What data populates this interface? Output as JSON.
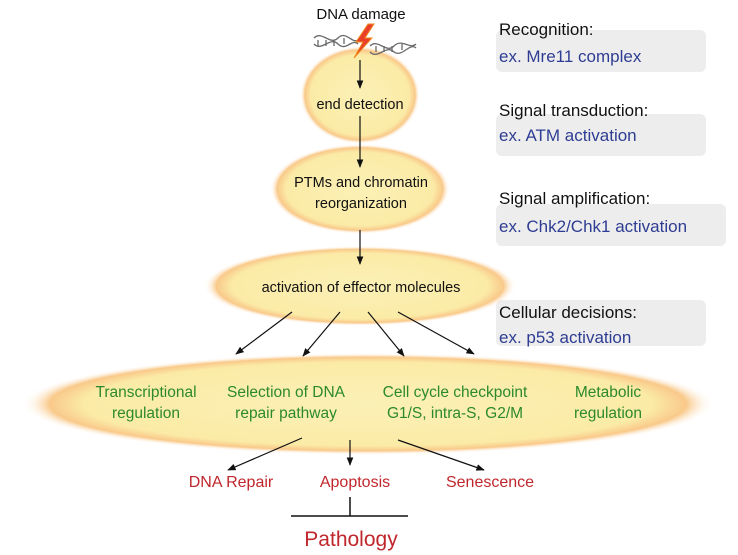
{
  "colors": {
    "ellipse_fill": "#fbf0b5",
    "ellipse_glow": "#f6b36b",
    "text_dark": "#111111",
    "text_blue": "#2e3d93",
    "text_green": "#2c8a2c",
    "text_red": "#c0272d"
  },
  "top": {
    "label": "DNA damage",
    "icon": "lightning-bolt-icon",
    "dna_icon": "dna-strand-icon"
  },
  "nodes": {
    "end_detection": "end detection",
    "ptms_line1": "PTMs and chromatin",
    "ptms_line2": "reorganization",
    "effector": "activation of effector molecules"
  },
  "outcomes": [
    {
      "line1": "Transcriptional",
      "line2": "regulation"
    },
    {
      "line1": "Selection of DNA",
      "line2": "repair pathway"
    },
    {
      "line1": "Cell cycle checkpoint",
      "line2": "G1/S, intra-S, G2/M"
    },
    {
      "line1": "Metabolic",
      "line2": "regulation"
    }
  ],
  "results": [
    "DNA Repair",
    "Apoptosis",
    "Senescence"
  ],
  "final": "Pathology",
  "stages": [
    {
      "title": "Recognition:",
      "example": "ex. Mre11 complex"
    },
    {
      "title": "Signal transduction:",
      "example": "ex. ATM activation"
    },
    {
      "title": "Signal amplification:",
      "example": "ex. Chk2/Chk1 activation"
    },
    {
      "title": "Cellular decisions:",
      "example": "ex. p53 activation"
    }
  ]
}
